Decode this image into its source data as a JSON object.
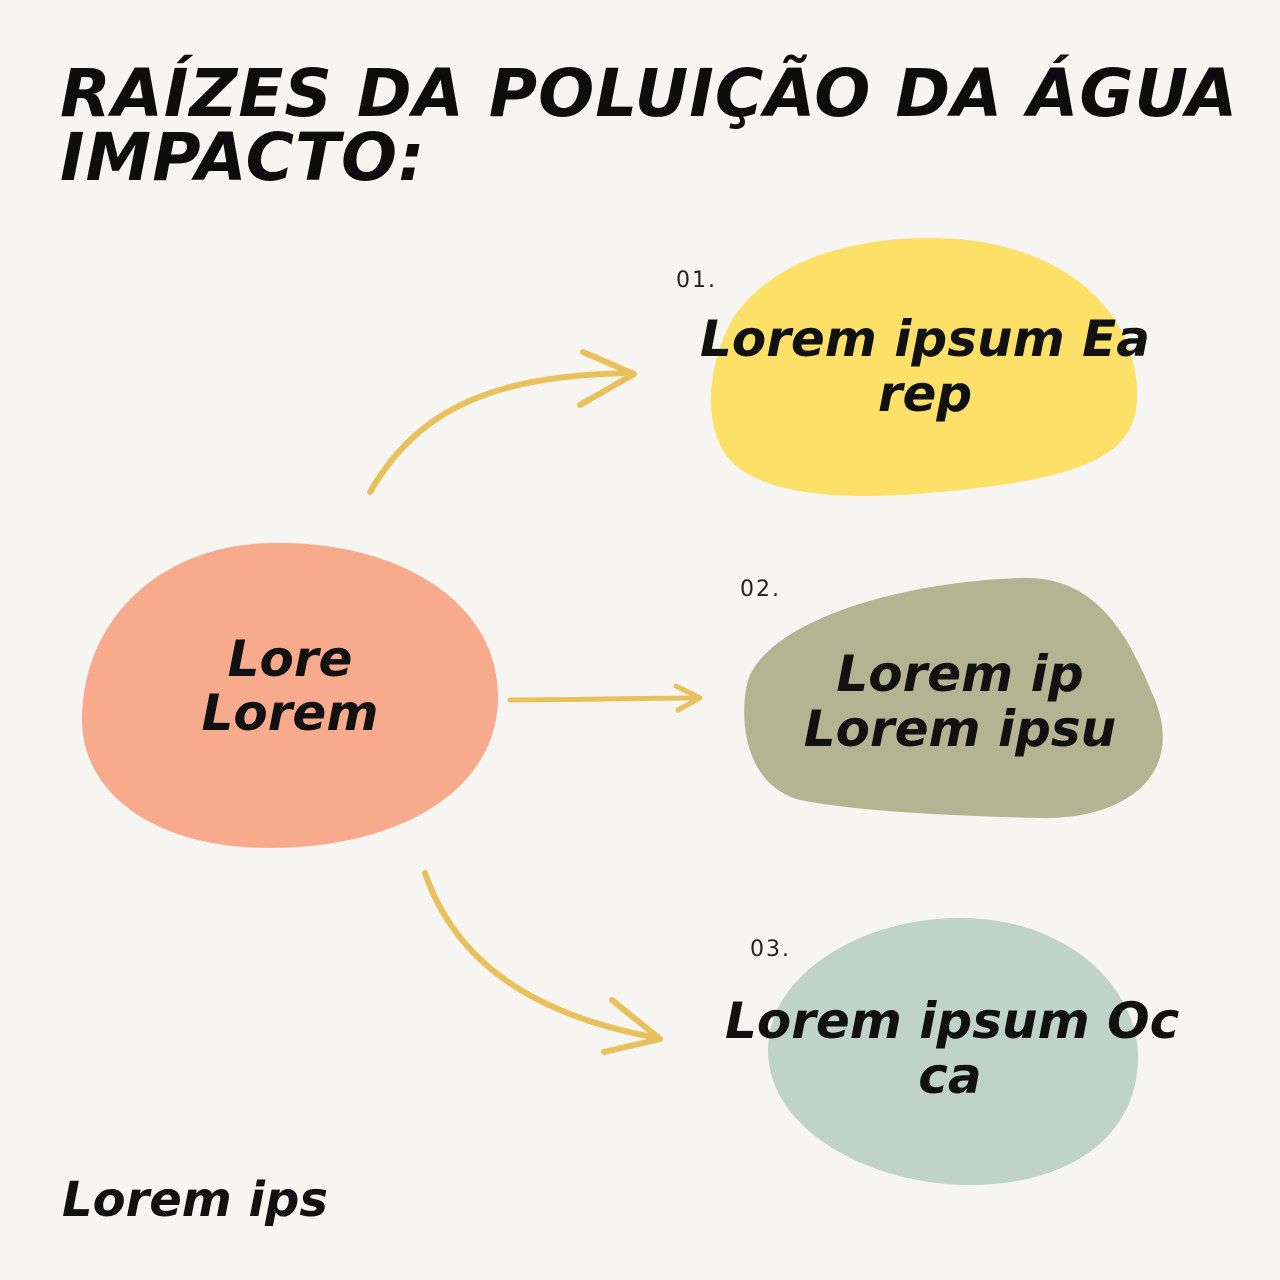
{
  "title": {
    "line1": "RAÍZES DA POLUIÇÃO DA ÁGUA",
    "line2": "IMPACTO:"
  },
  "center": {
    "line1": "Lore",
    "line2": "Lorem",
    "color": "#f8aa8d"
  },
  "items": [
    {
      "number": "01.",
      "line1": "Lorem ipsum Ea",
      "line2": "rep",
      "color": "#fde068"
    },
    {
      "number": "02.",
      "line1": "Lorem ip",
      "line2": "Lorem ipsu",
      "color": "#b3b592"
    },
    {
      "number": "03.",
      "line1": "Lorem ipsum Oc",
      "line2": "ca",
      "color": "#c0d3cb"
    }
  ],
  "arrow_color": "#e8c15c",
  "footer": "Lorem ips"
}
